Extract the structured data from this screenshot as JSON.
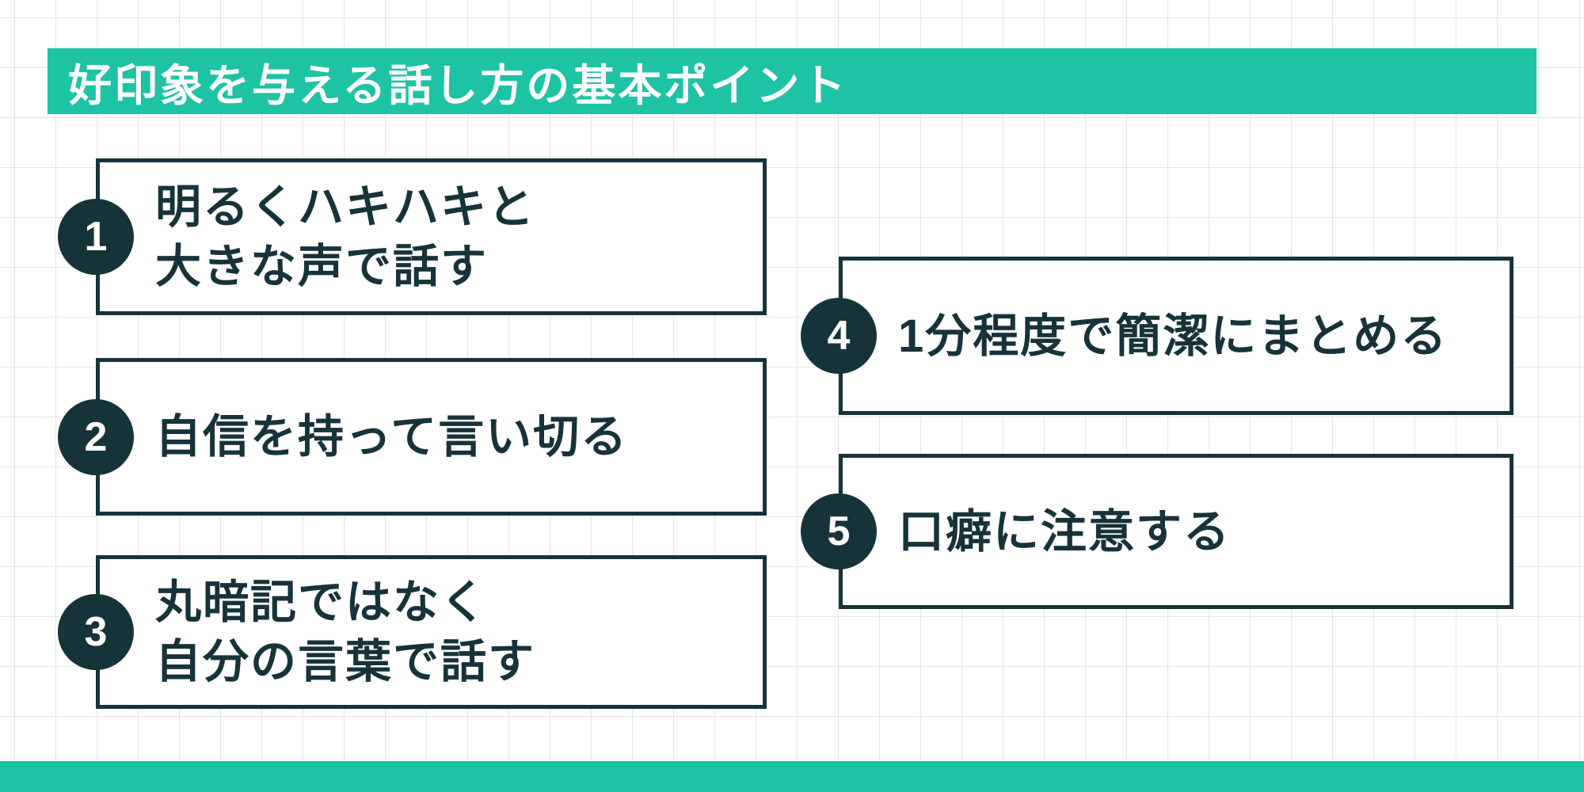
{
  "colors": {
    "accent": "#1dc3a3",
    "dark": "#17333a",
    "page_bg": "#ffffff",
    "grid_line": "#e4e7e7"
  },
  "header": {
    "title": "好印象を与える話し方の基本ポイント"
  },
  "points": [
    {
      "number": "1",
      "text": "明るくハキハキと\n大きな声で話す"
    },
    {
      "number": "2",
      "text": "自信を持って言い切る"
    },
    {
      "number": "3",
      "text": "丸暗記ではなく\n自分の言葉で話す"
    },
    {
      "number": "4",
      "text": "1分程度で簡潔にまとめる"
    },
    {
      "number": "5",
      "text": "口癖に注意する"
    }
  ]
}
